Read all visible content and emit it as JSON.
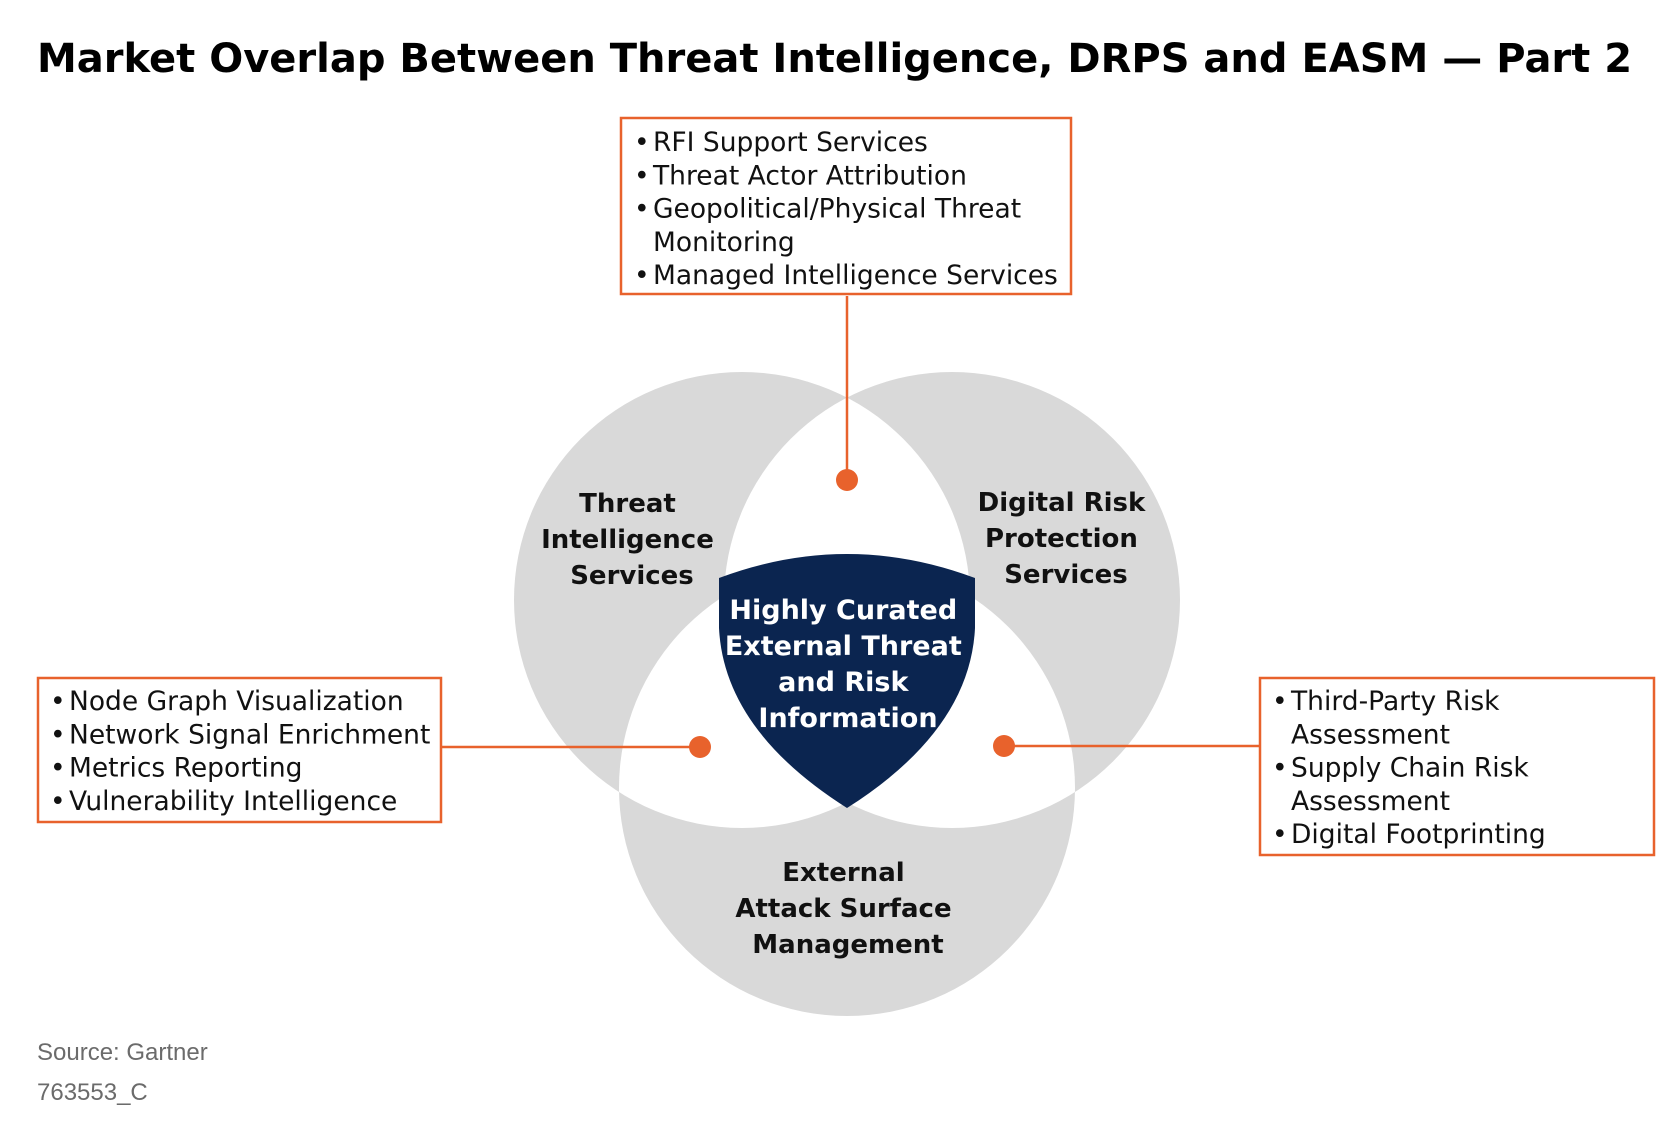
{
  "title": "Market Overlap Between Threat Intelligence, DRPS and EASM — Part 2",
  "circles": {
    "ti": [
      "Threat",
      "Intelligence",
      "Services"
    ],
    "drps": [
      "Digital Risk",
      "Protection",
      "Services"
    ],
    "easm": [
      "External",
      "Attack Surface",
      "Management"
    ]
  },
  "center": [
    "Highly Curated",
    "External Threat",
    "and Risk",
    "Information"
  ],
  "boxes": {
    "top": [
      {
        "lines": [
          "RFI Support Services"
        ]
      },
      {
        "lines": [
          "Threat Actor Attribution"
        ]
      },
      {
        "lines": [
          "Geopolitical/Physical Threat",
          "Monitoring"
        ]
      },
      {
        "lines": [
          "Managed Intelligence Services"
        ]
      }
    ],
    "left": [
      {
        "lines": [
          "Node Graph Visualization"
        ]
      },
      {
        "lines": [
          "Network Signal Enrichment"
        ]
      },
      {
        "lines": [
          "Metrics Reporting"
        ]
      },
      {
        "lines": [
          "Vulnerability Intelligence"
        ]
      }
    ],
    "right": [
      {
        "lines": [
          "Third-Party Risk",
          "Assessment"
        ]
      },
      {
        "lines": [
          "Supply Chain Risk",
          "Assessment"
        ]
      },
      {
        "lines": [
          "Digital Footprinting"
        ]
      }
    ]
  },
  "bullet": "•",
  "footer": {
    "source": "Source: Gartner",
    "id": "763553_C"
  },
  "colors": {
    "circle": "#d9d9d9",
    "overlap": "#ffffff",
    "center": "#0b2550",
    "accent": "#e8622c"
  }
}
